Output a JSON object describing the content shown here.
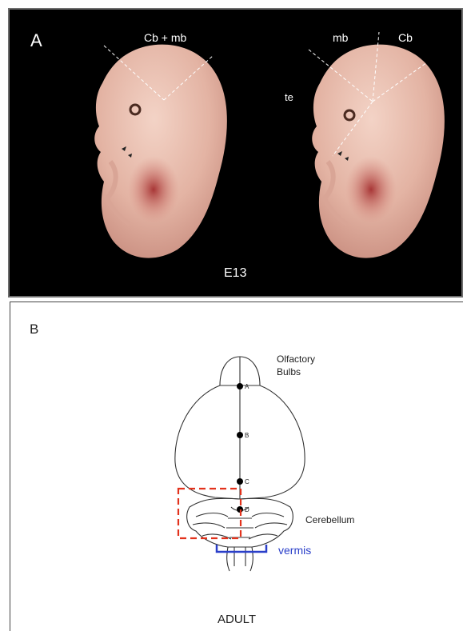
{
  "panel_a": {
    "label": "A",
    "left_embryo_label": "Cb + mb",
    "right_mb_label": "mb",
    "right_cb_label": "Cb",
    "te_label": "te",
    "stage_label": "E13"
  },
  "panel_b": {
    "label": "B",
    "olfactory_line1": "Olfactory",
    "olfactory_line2": "Bulbs",
    "cerebellum_label": "Cerebellum",
    "vermis_label": "vermis",
    "point_a": "A",
    "point_b": "B",
    "point_c": "C",
    "point_d": "D",
    "stage_label": "ADULT"
  },
  "colors": {
    "panel_a_background": "#000000",
    "embryo_skin": "#e9c2b4",
    "vermis_blue": "#2a3fc9",
    "region_box_red": "#e2321c"
  }
}
